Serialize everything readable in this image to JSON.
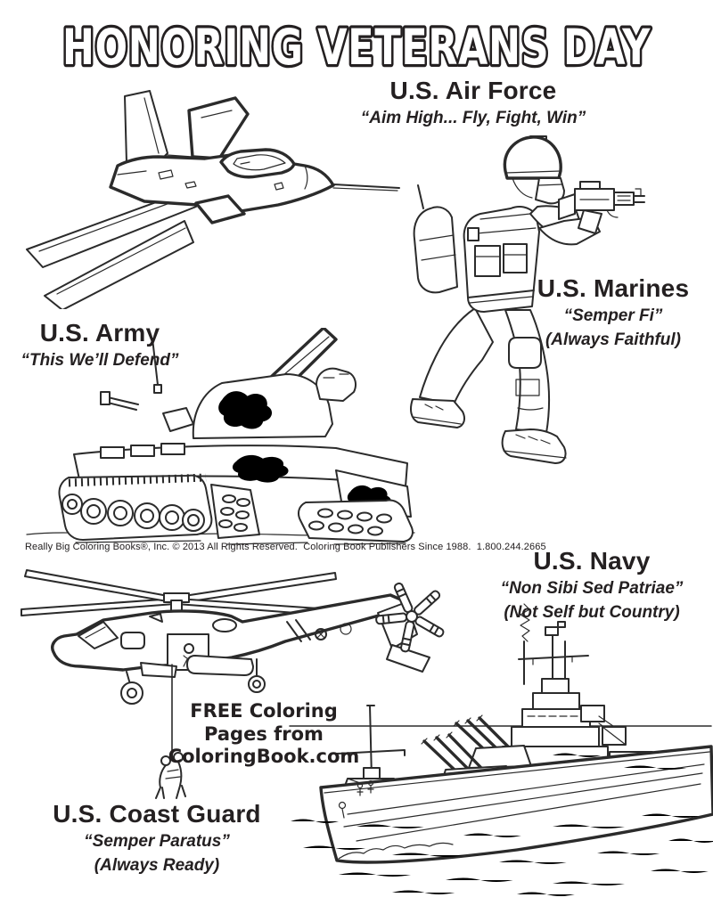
{
  "page": {
    "title": "HONORING VETERANS DAY"
  },
  "branches": {
    "air_force": {
      "name": "U.S. Air Force",
      "motto": "“Aim High... Fly, Fight, Win”"
    },
    "marines": {
      "name": "U.S. Marines",
      "motto": "“Semper Fi”",
      "translation": "(Always Faithful)"
    },
    "army": {
      "name": "U.S. Army",
      "motto": "“This We’ll Defend”"
    },
    "navy": {
      "name": "U.S. Navy",
      "motto": "“Non Sibi Sed Patriae”",
      "translation": "(Not Self but Country)"
    },
    "coast_guard": {
      "name": "U.S. Coast Guard",
      "motto": "“Semper Paratus”",
      "translation": "(Always Ready)"
    }
  },
  "promo": {
    "line1": "FREE Coloring",
    "line2": "Pages from",
    "line3": "ColoringBook.com"
  },
  "footer": {
    "copyright": "Really Big Coloring Books®, Inc. © 2013 All Rights Reserved.  Coloring Book Publishers Since 1988.  1.800.244.2665"
  },
  "colors": {
    "ink": "#242021",
    "paper": "#ffffff"
  }
}
